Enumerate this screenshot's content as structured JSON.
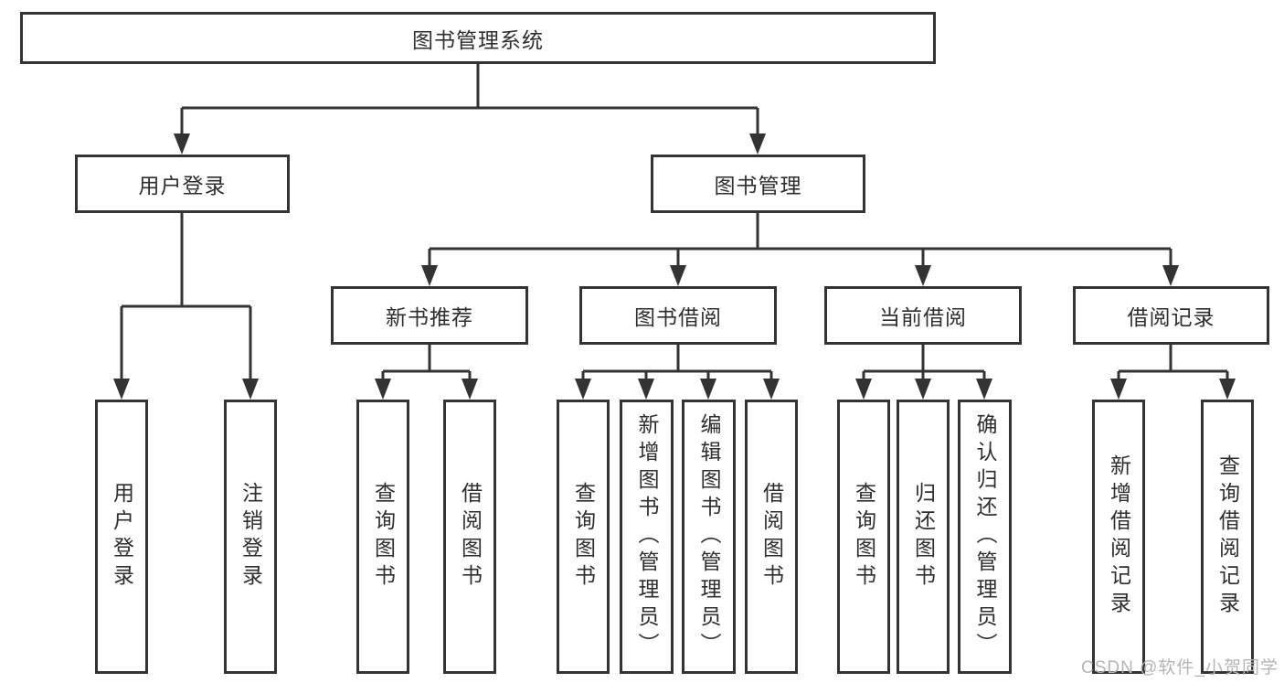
{
  "diagram": {
    "root": {
      "label": "图书管理系统"
    },
    "level2": [
      {
        "label": "用户登录"
      },
      {
        "label": "图书管理"
      }
    ],
    "level3": [
      {
        "label": "新书推荐"
      },
      {
        "label": "图书借阅"
      },
      {
        "label": "当前借阅"
      },
      {
        "label": "借阅记录"
      }
    ],
    "leaves": [
      {
        "label": "用户登录"
      },
      {
        "label": "注销登录"
      },
      {
        "label": "查询图书"
      },
      {
        "label": "借阅图书"
      },
      {
        "label": "查询图书"
      },
      {
        "label": "新增图书（管理员）"
      },
      {
        "label": "编辑图书（管理员）"
      },
      {
        "label": "借阅图书"
      },
      {
        "label": "查询图书"
      },
      {
        "label": "归还图书"
      },
      {
        "label": "确认归还（管理员）"
      },
      {
        "label": "新增借阅记录"
      },
      {
        "label": "查询借阅记录"
      }
    ]
  },
  "watermark": {
    "text": "CSDN @软件_小贺同学"
  },
  "colors": {
    "line": "#333333",
    "box_border": "#333333",
    "text": "#2e2e2e",
    "watermark": "#b5b5b5",
    "background": "#ffffff"
  }
}
